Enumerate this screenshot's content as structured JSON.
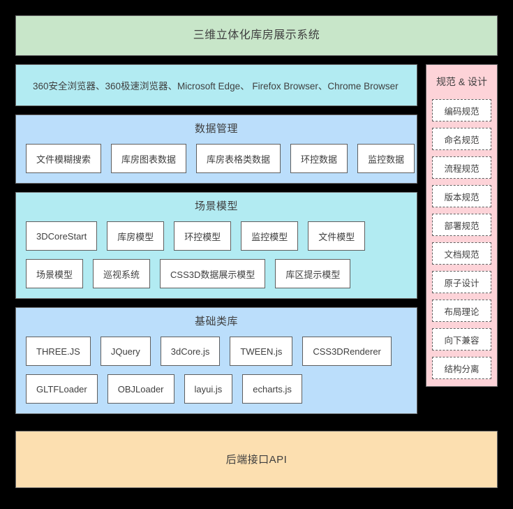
{
  "diagram": {
    "title": "三维立体化库房展示系统",
    "browser_band": {
      "browsers": "360安全浏览器、360极速浏览器、Microsoft Edge、 Firefox Browser、Chrome Browser"
    },
    "sections": [
      {
        "key": "data_management",
        "title": "数据管理",
        "rows": [
          [
            "文件模糊搜索",
            "库房图表数据",
            "库房表格类数据",
            "环控数据",
            "监控数据"
          ]
        ]
      },
      {
        "key": "scene_model",
        "title": "场景模型",
        "rows": [
          [
            "3DCoreStart",
            "库房模型",
            "环控模型",
            "监控模型",
            "文件模型"
          ],
          [
            "场景模型",
            "巡视系统",
            "CSS3D数据展示模型",
            "库区提示模型"
          ]
        ]
      },
      {
        "key": "base_library",
        "title": "基础类库",
        "rows": [
          [
            "THREE.JS",
            "JQuery",
            "3dCore.js",
            "TWEEN.js",
            "CSS3DRenderer"
          ],
          [
            "GLTFLoader",
            "OBJLoader",
            "layui.js",
            "echarts.js"
          ]
        ]
      }
    ],
    "right_rail": {
      "title": "规范 & 设计",
      "items": [
        "编码规范",
        "命名规范",
        "流程规范",
        "版本规范",
        "部署规范",
        "文档规范",
        "原子设计",
        "布局理论",
        "向下兼容",
        "结构分离"
      ]
    },
    "api_band": {
      "title": "后端接口API"
    },
    "colors": {
      "background": "#000000",
      "title_band": "#c8e6c9",
      "browser_band": "#b2ebf2",
      "data_management": "#bbdefb",
      "scene_model": "#b2ebf2",
      "base_library": "#bbdefb",
      "right_rail": "#fdd3d8",
      "api_band": "#fcdfb0",
      "chip": "#ffffff",
      "border": "#5e5e5e",
      "text": "#3f3f3f"
    }
  }
}
